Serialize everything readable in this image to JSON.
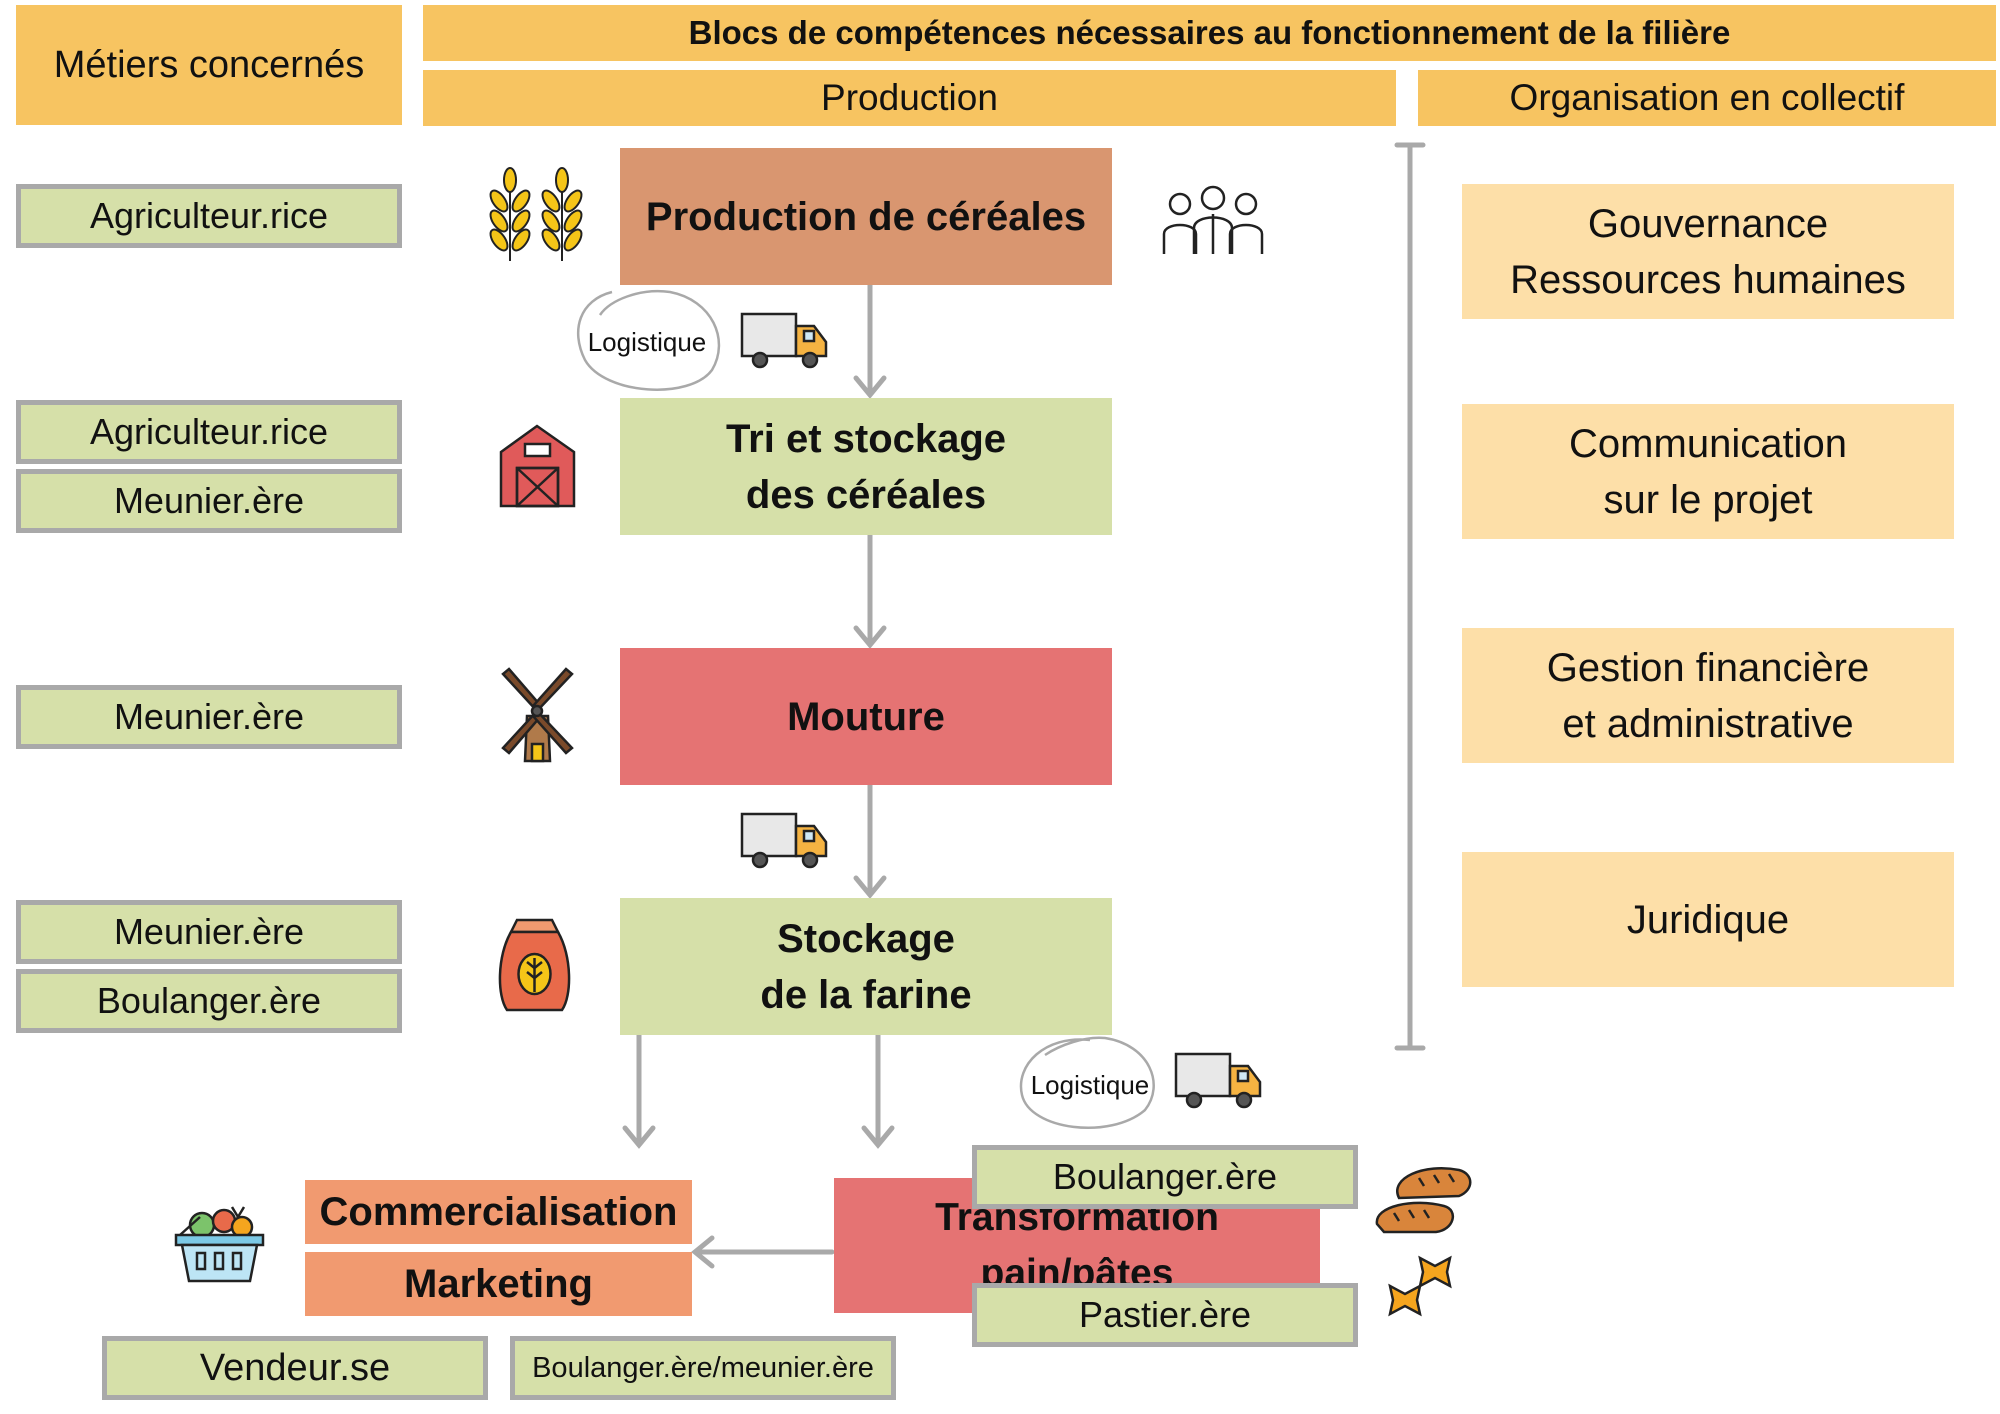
{
  "header": {
    "metiers_title": "Métiers concernés",
    "blocs_title": "Blocs de compétences nécessaires au fonctionnement de la filière",
    "production_title": "Production",
    "organisation_title": "Organisation en collectif"
  },
  "roles": {
    "r1": "Agriculteur.rice",
    "r2": "Agriculteur.rice",
    "r3": "Meunier.ère",
    "r4": "Meunier.ère",
    "r5": "Meunier.ère",
    "r6": "Boulanger.ère",
    "boulanger_transfo": "Boulanger.ère",
    "pastier": "Pastier.ère",
    "vendeur": "Vendeur.se",
    "boulanger_meunier": "Boulanger.ère/meunier.ère"
  },
  "steps": {
    "production_cereales": "Production de céréales",
    "tri_line1": "Tri et stockage",
    "tri_line2": "des céréales",
    "mouture": "Mouture",
    "stockage_line1": "Stockage",
    "stockage_line2": "de la farine",
    "transformation": "Transformation pain/pâtes",
    "commercialisation": "Commercialisation",
    "marketing": "Marketing"
  },
  "logistics": {
    "label1": "Logistique",
    "label2": "Logistique"
  },
  "organisation": {
    "gouvernance_line1": "Gouvernance",
    "gouvernance_line2": "Ressources humaines",
    "communication_line1": "Communication",
    "communication_line2": "sur le projet",
    "gestion_line1": "Gestion financière",
    "gestion_line2": "et administrative",
    "juridique": "Juridique"
  },
  "icons": [
    "wheat-icon",
    "people-icon",
    "truck-icon",
    "barn-icon",
    "windmill-icon",
    "flour-sack-icon",
    "basket-icon",
    "bread-icon",
    "pasta-icon"
  ],
  "colors": {
    "header": "#f7c461",
    "role_fill": "#d6e0a9",
    "role_border": "#a9a9a9",
    "production_cereales": "#d99670",
    "stockage": "#d6e0a9",
    "mouture": "#e57373",
    "transformation": "#e57373",
    "commercialisation": "#f19a70",
    "organisation": "#fddfa8",
    "arrow": "#a9a9a9"
  }
}
